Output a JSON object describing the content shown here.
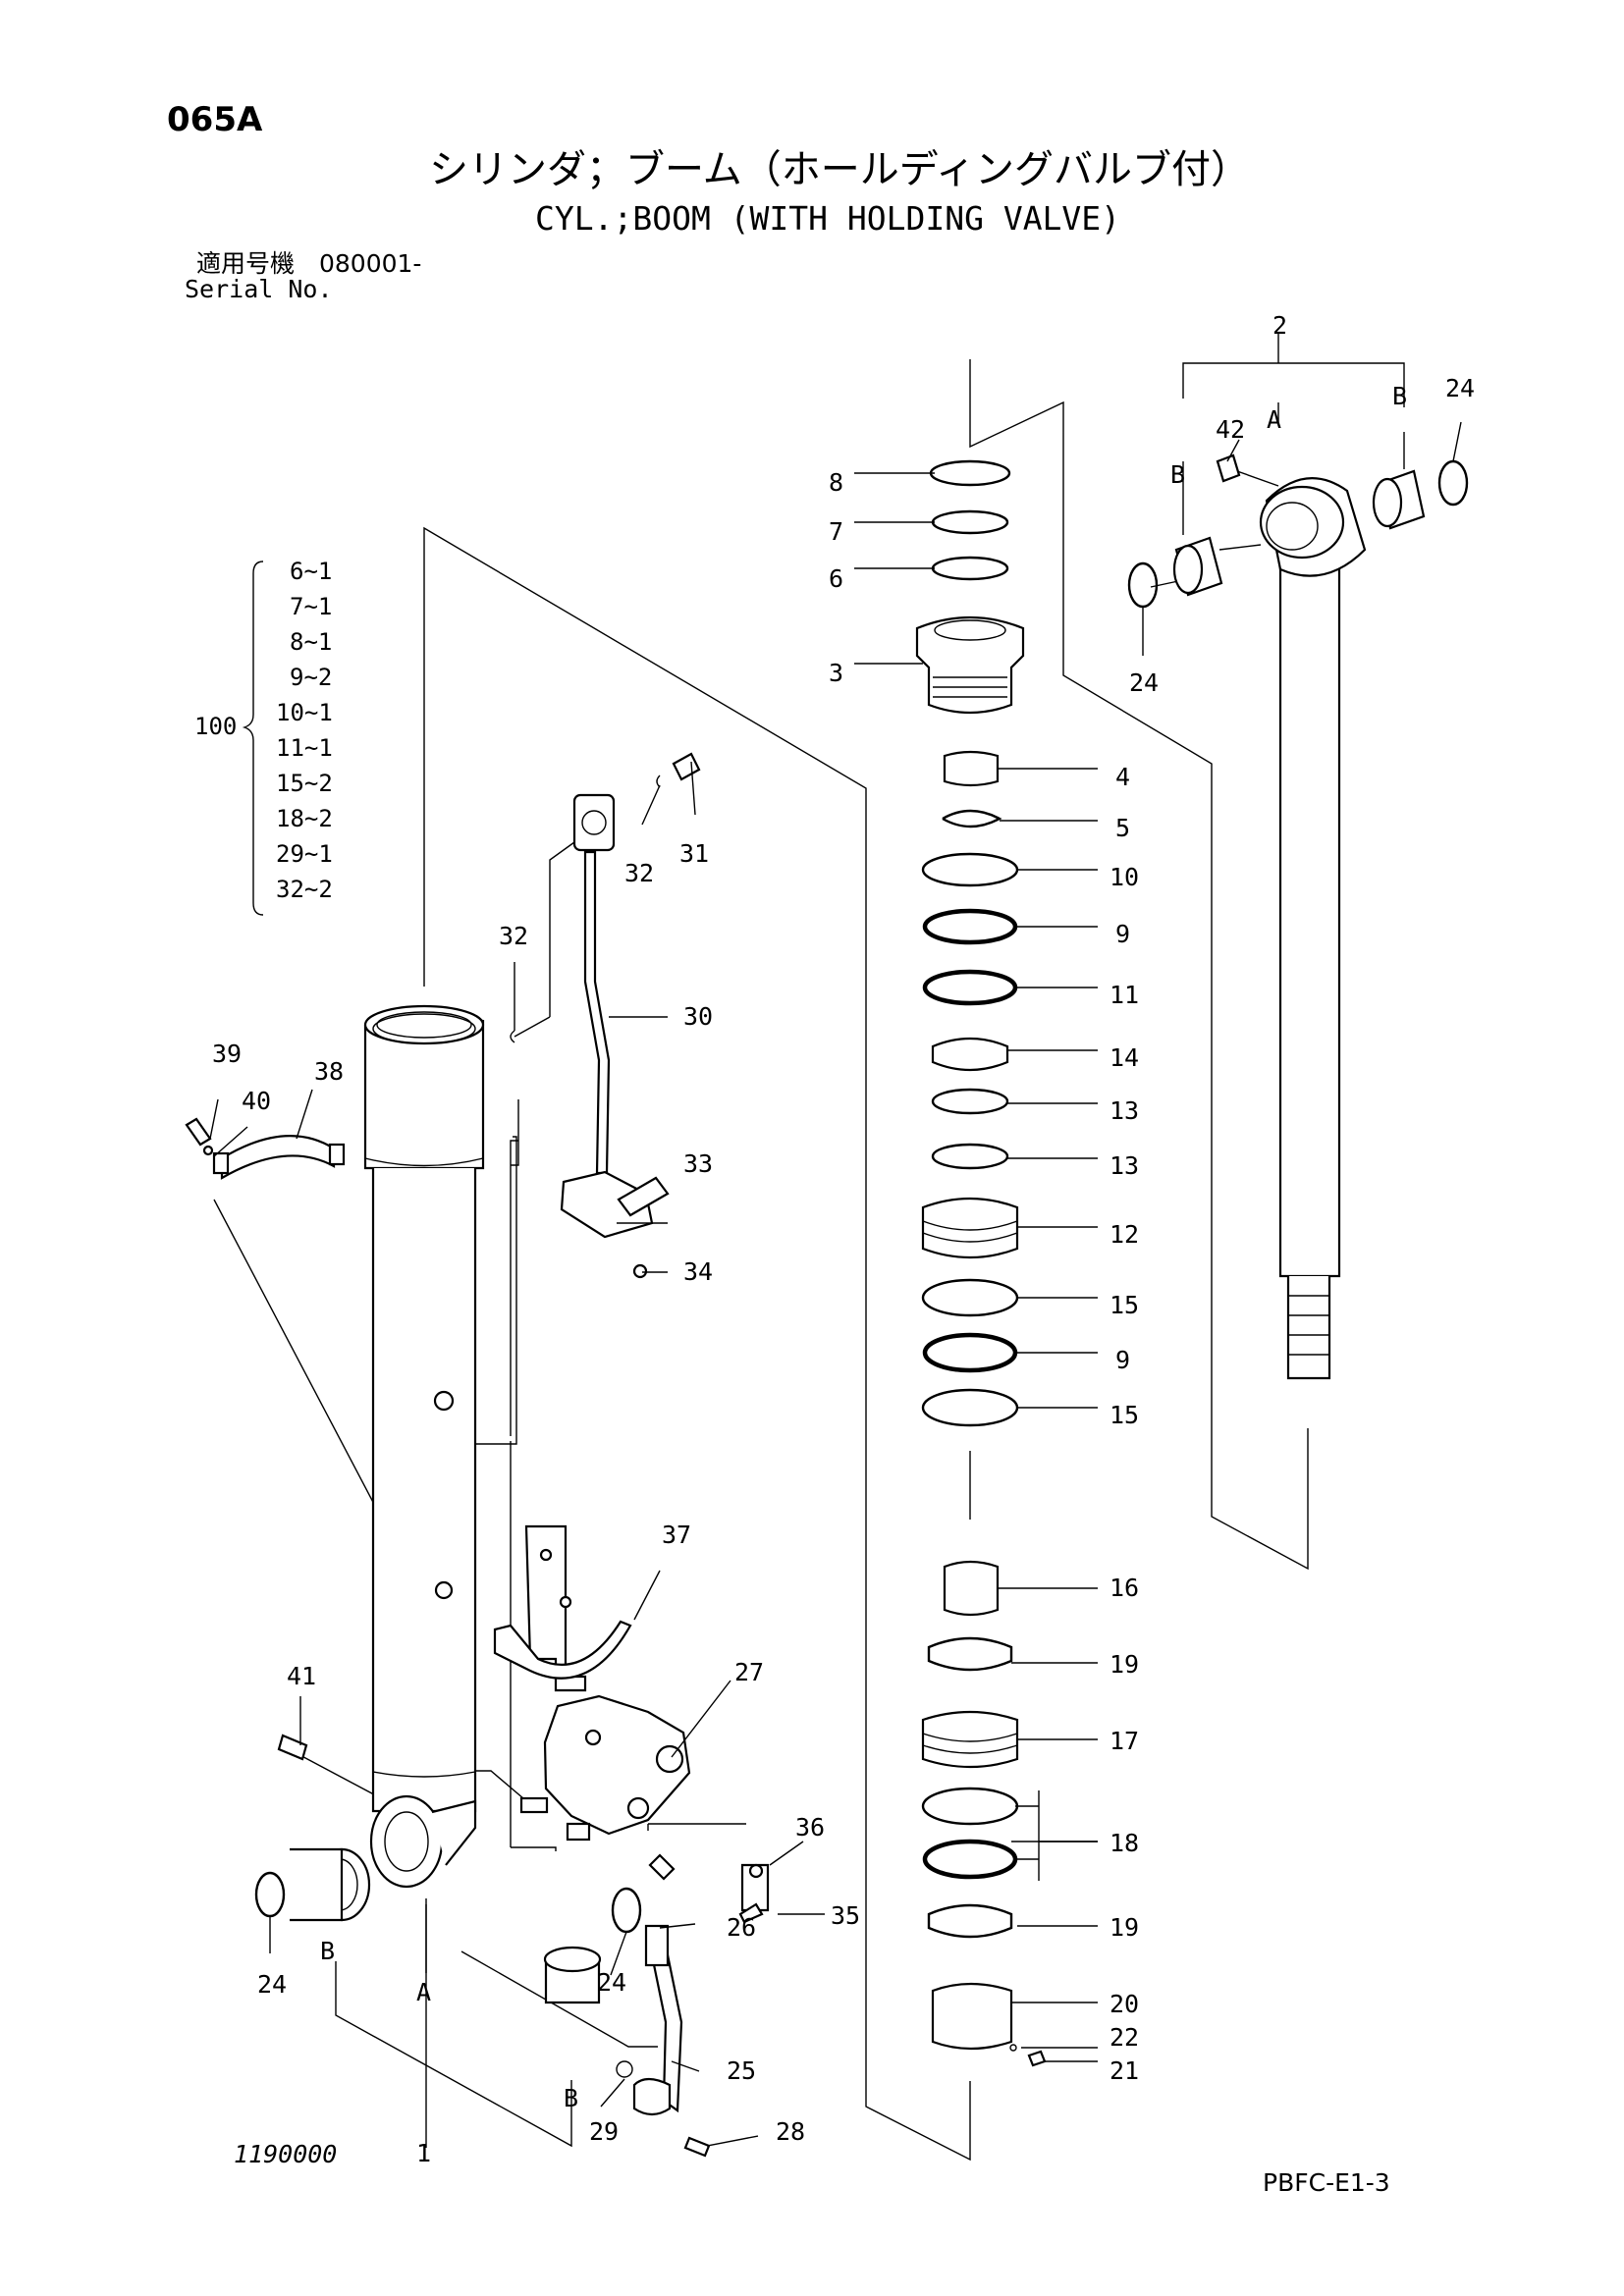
{
  "header": {
    "page_code": "065A",
    "title_jp": "シリンダ；ブーム（ホールディングバルブ付）",
    "title_en": "CYL.;BOOM (WITH HOLDING VALVE)",
    "serial_label_jp": "適用号機　080001-",
    "serial_label_en": "Serial No."
  },
  "footer": {
    "drawing_no": "1190000",
    "catalog_ref": "PBFC-E1-3"
  },
  "kit": {
    "number": "100",
    "items": [
      "6~1",
      "7~1",
      "8~1",
      "9~2",
      "10~1",
      "11~1",
      "15~2",
      "18~2",
      "29~1",
      "32~2"
    ]
  },
  "callouts": {
    "p1": "1",
    "p2": "2",
    "p3": "3",
    "p4": "4",
    "p5": "5",
    "p6": "6",
    "p7": "7",
    "p8": "8",
    "p9a": "9",
    "p9b": "9",
    "p10": "10",
    "p11": "11",
    "p12": "12",
    "p13a": "13",
    "p13b": "13",
    "p14": "14",
    "p15a": "15",
    "p15b": "15",
    "p16": "16",
    "p17": "17",
    "p18": "18",
    "p19a": "19",
    "p19b": "19",
    "p20": "20",
    "p21": "21",
    "p22": "22",
    "p24a": "24",
    "p24b": "24",
    "p24c": "24",
    "p24d": "24",
    "p25": "25",
    "p26": "26",
    "p27": "27",
    "p28": "28",
    "p29": "29",
    "p30": "30",
    "p31": "31",
    "p32a": "32",
    "p32b": "32",
    "p33": "33",
    "p34": "34",
    "p35": "35",
    "p36": "36",
    "p37": "37",
    "p38": "38",
    "p39": "39",
    "p40": "40",
    "p41": "41",
    "p42": "42",
    "refA1": "A",
    "refA2": "A",
    "refB1": "B",
    "refB2": "B",
    "refB3": "B",
    "refB4": "B"
  }
}
